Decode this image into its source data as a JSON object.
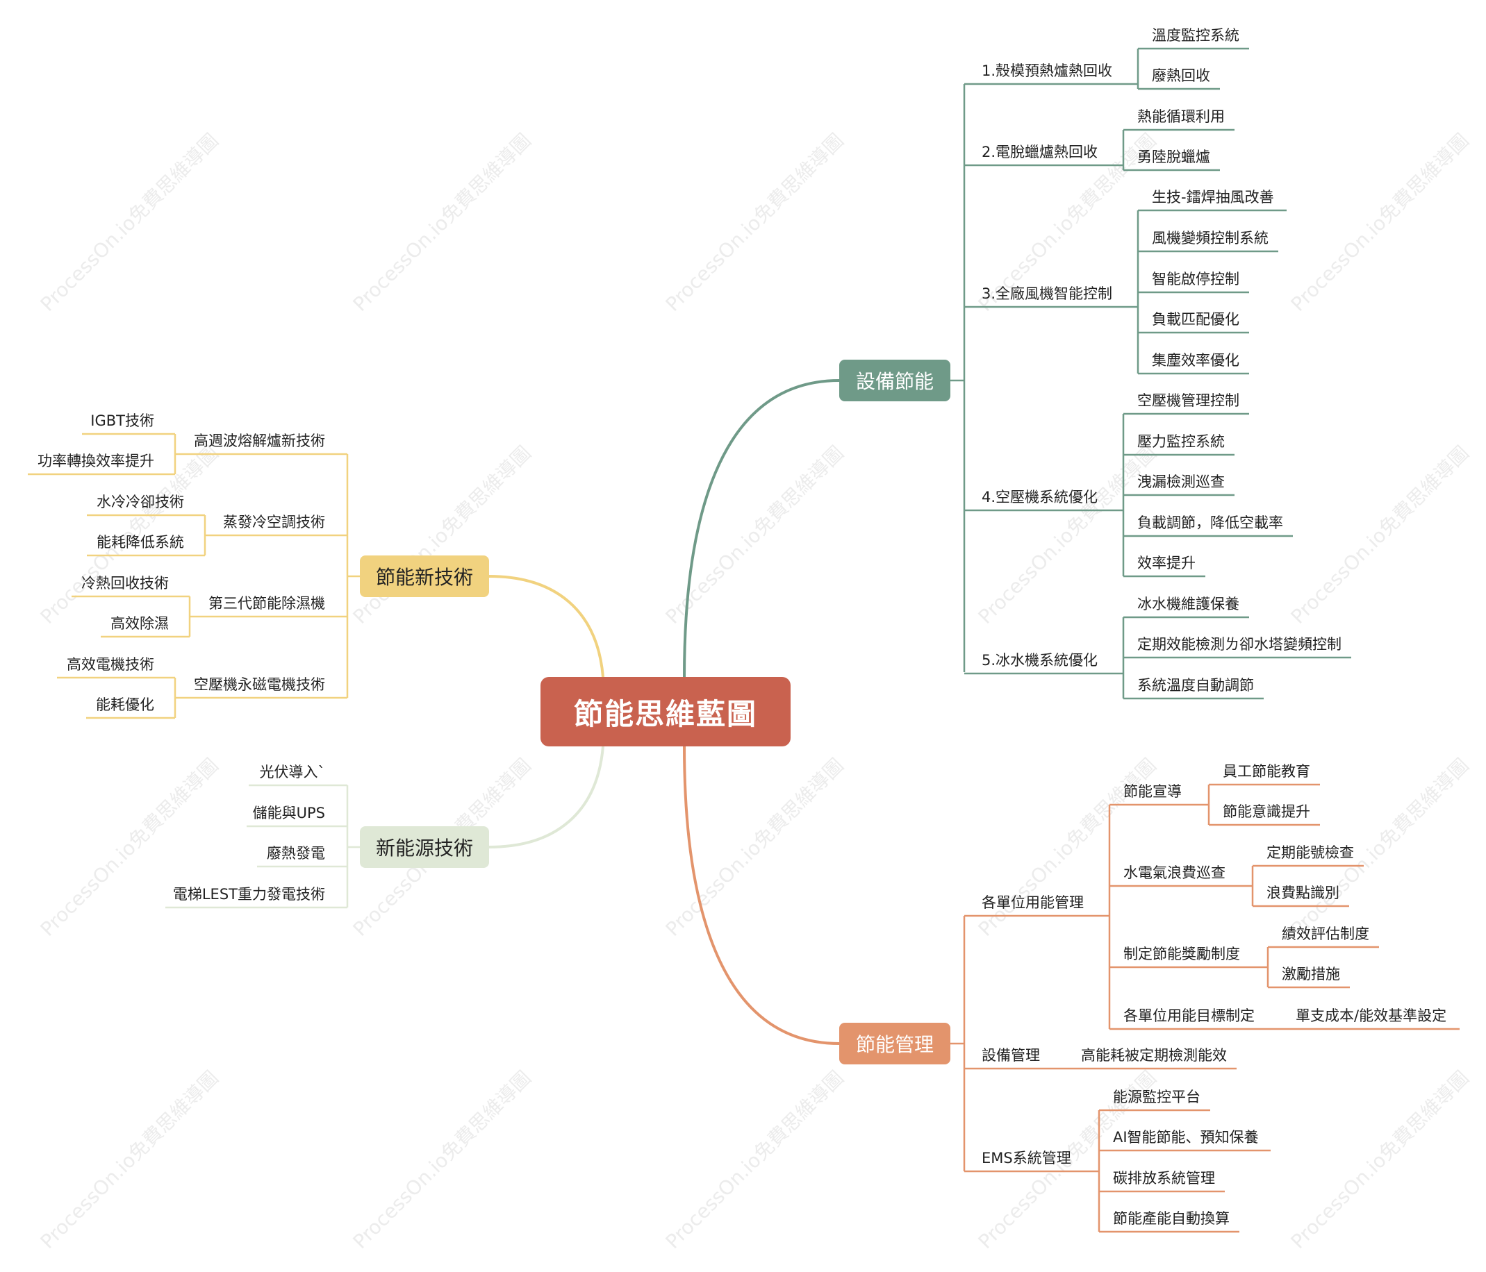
{
  "watermark": "ProcessOn.io免費思維導圖",
  "colors": {
    "root": "#c9624f",
    "equipment": "#6f9a88",
    "management": "#e3946c",
    "newtech": "#f1d27f",
    "newenergy": "#dfe8d6"
  },
  "root": "節能思維藍圖",
  "equipment": {
    "label": "設備節能",
    "groups": [
      {
        "label": "1.殼模預熱爐熱回收",
        "items": [
          "溫度監控系統",
          "廢熱回收"
        ]
      },
      {
        "label": "2.電脫蠟爐熱回收",
        "items": [
          "熱能循環利用",
          "勇陸脫蠟爐"
        ]
      },
      {
        "label": "3.全廠風機智能控制",
        "items": [
          "生技-鐳焊抽風改善",
          "風機變頻控制系統",
          "智能啟停控制",
          "負載匹配優化",
          "集塵效率優化"
        ]
      },
      {
        "label": "4.空壓機系統優化",
        "items": [
          "空壓機管理控制",
          "壓力監控系統",
          "洩漏檢測巡查",
          "負載調節，降低空載率",
          "效率提升"
        ]
      },
      {
        "label": "5.冰水機系統優化",
        "items": [
          "冰水機維護保養",
          "定期效能檢測ㄌ卻水塔變頻控制",
          "系統溫度自動調節"
        ]
      }
    ]
  },
  "management": {
    "label": "節能管理",
    "groups": [
      {
        "label": "各單位用能管理",
        "subs": [
          {
            "label": "節能宣導",
            "items": [
              "員工節能教育",
              "節能意識提升"
            ]
          },
          {
            "label": "水電氣浪費巡查",
            "items": [
              "定期能號檢查",
              "浪費點識別"
            ]
          },
          {
            "label": "制定節能獎勵制度",
            "items": [
              "績效評估制度",
              "激勵措施"
            ]
          },
          {
            "label": "各單位用能目標制定",
            "items": [
              "單支成本/能效基準設定"
            ]
          }
        ]
      },
      {
        "label": "設備管理",
        "items": [
          "高能耗被定期檢測能效"
        ]
      },
      {
        "label": "EMS系統管理",
        "items": [
          "能源監控平台",
          "AI智能節能、預知保養",
          "碳排放系統管理",
          "節能產能自動換算"
        ]
      }
    ]
  },
  "newtech": {
    "label": "節能新技術",
    "groups": [
      {
        "label": "高週波熔解爐新技術",
        "items": [
          "IGBT技術",
          "功率轉換效率提升"
        ]
      },
      {
        "label": "蒸發冷空調技術",
        "items": [
          "水冷冷卻技術",
          "能耗降低系統"
        ]
      },
      {
        "label": "第三代節能除濕機",
        "items": [
          "冷熱回收技術",
          "高效除濕"
        ]
      },
      {
        "label": "空壓機永磁電機技術",
        "items": [
          "高效電機技術",
          "能耗優化"
        ]
      }
    ]
  },
  "newenergy": {
    "label": "新能源技術",
    "items": [
      "光伏導入`",
      "儲能與UPS",
      "廢熱發電",
      "電梯LEST重力發電技術"
    ]
  }
}
